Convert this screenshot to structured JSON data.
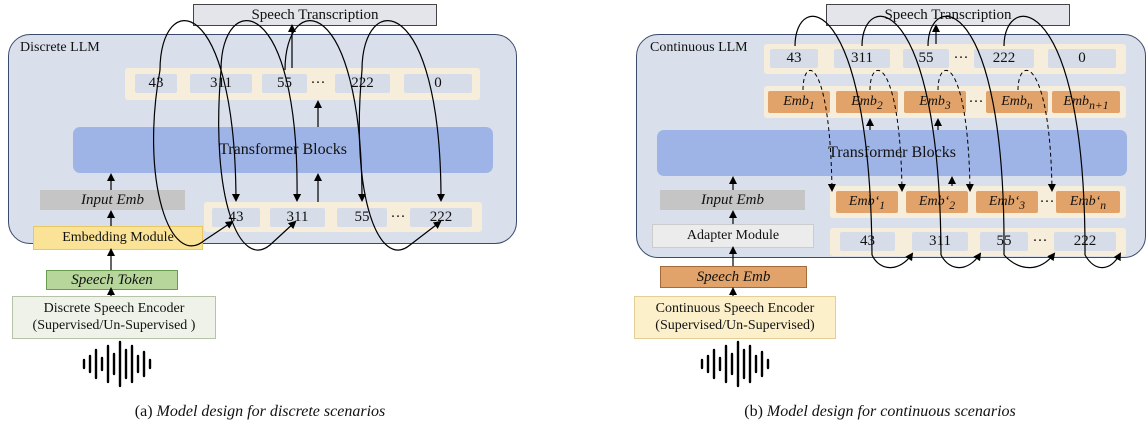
{
  "left": {
    "title": "Speech Transcription",
    "llm_label": "Discrete LLM",
    "output_tokens": [
      "43",
      "311",
      "55",
      "222",
      "0"
    ],
    "ellipsis": "···",
    "transformer": "Transformer Blocks",
    "input_emb": "Input Emb",
    "input_tokens": [
      "43",
      "311",
      "55",
      "222"
    ],
    "embedding_module": "Embedding Module",
    "speech_token": "Speech Token",
    "encoder_line1": "Discrete Speech Encoder",
    "encoder_line2": "(Supervised/Un-Supervised )",
    "caption_prefix": "(a) ",
    "caption_text": "Model design for discrete scenarios"
  },
  "right": {
    "title": "Speech Transcription",
    "llm_label": "Continuous LLM",
    "output_tokens": [
      "43",
      "311",
      "55",
      "222",
      "0"
    ],
    "ellipsis": "···",
    "output_embs": [
      {
        "base": "Emb",
        "sub": "1"
      },
      {
        "base": "Emb",
        "sub": "2"
      },
      {
        "base": "Emb",
        "sub": "3"
      },
      {
        "base": "Emb",
        "sub": "n"
      },
      {
        "base": "Emb",
        "sub": "n+1"
      }
    ],
    "transformer": "Transformer Blocks",
    "input_emb": "Input Emb",
    "input_embs": [
      {
        "base": "Emb‘",
        "sub": "1"
      },
      {
        "base": "Emb‘",
        "sub": "2"
      },
      {
        "base": "Emb‘",
        "sub": "3"
      },
      {
        "base": "Emb‘",
        "sub": "n"
      }
    ],
    "input_tokens": [
      "43",
      "311",
      "55",
      "222"
    ],
    "adapter_module": "Adapter Module",
    "speech_emb": "Speech Emb",
    "encoder_line1": "Continuous Speech Encoder",
    "encoder_line2": "(Supervised/Un-Supervised)",
    "caption_prefix": "(b) ",
    "caption_text": "Model design for continuous scenarios"
  },
  "colors": {
    "llm_bg": "#d9e0ec",
    "transformer": "#9fb4e6",
    "token_strip": "#f6eedb",
    "token_cell": "#d6dde9",
    "emb_orange": "#e2a36a",
    "embedding_module": "#fae296",
    "speech_token_green": "#b7d69b"
  },
  "icons": [
    "waveform-icon"
  ]
}
